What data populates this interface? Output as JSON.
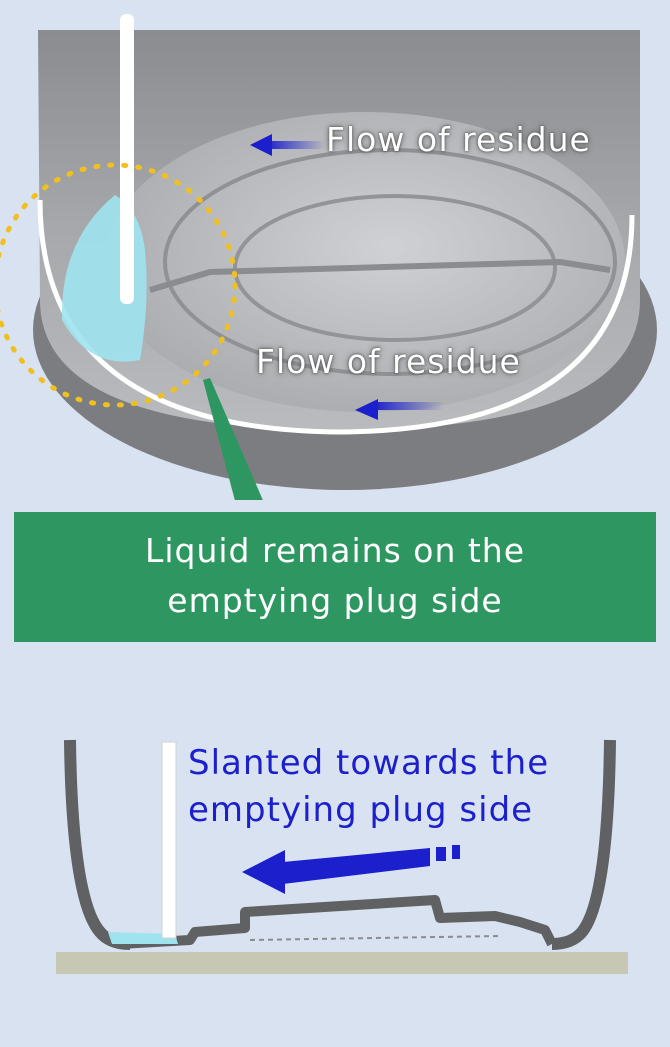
{
  "colors": {
    "background": "#d9e2f1",
    "callout_green": "#2e9660",
    "liquid_cyan": "#9fe3ef",
    "arrow_blue": "#1b1fcc",
    "dotted_yellow": "#f0c020"
  },
  "top_diagram": {
    "flow_label_upper": "Flow of residue",
    "flow_label_lower": "Flow of residue"
  },
  "callout": {
    "line1": "Liquid remains on the",
    "line2": "emptying plug side"
  },
  "bottom_diagram": {
    "slant_line1": "Slanted towards the",
    "slant_line2": "emptying plug side"
  }
}
